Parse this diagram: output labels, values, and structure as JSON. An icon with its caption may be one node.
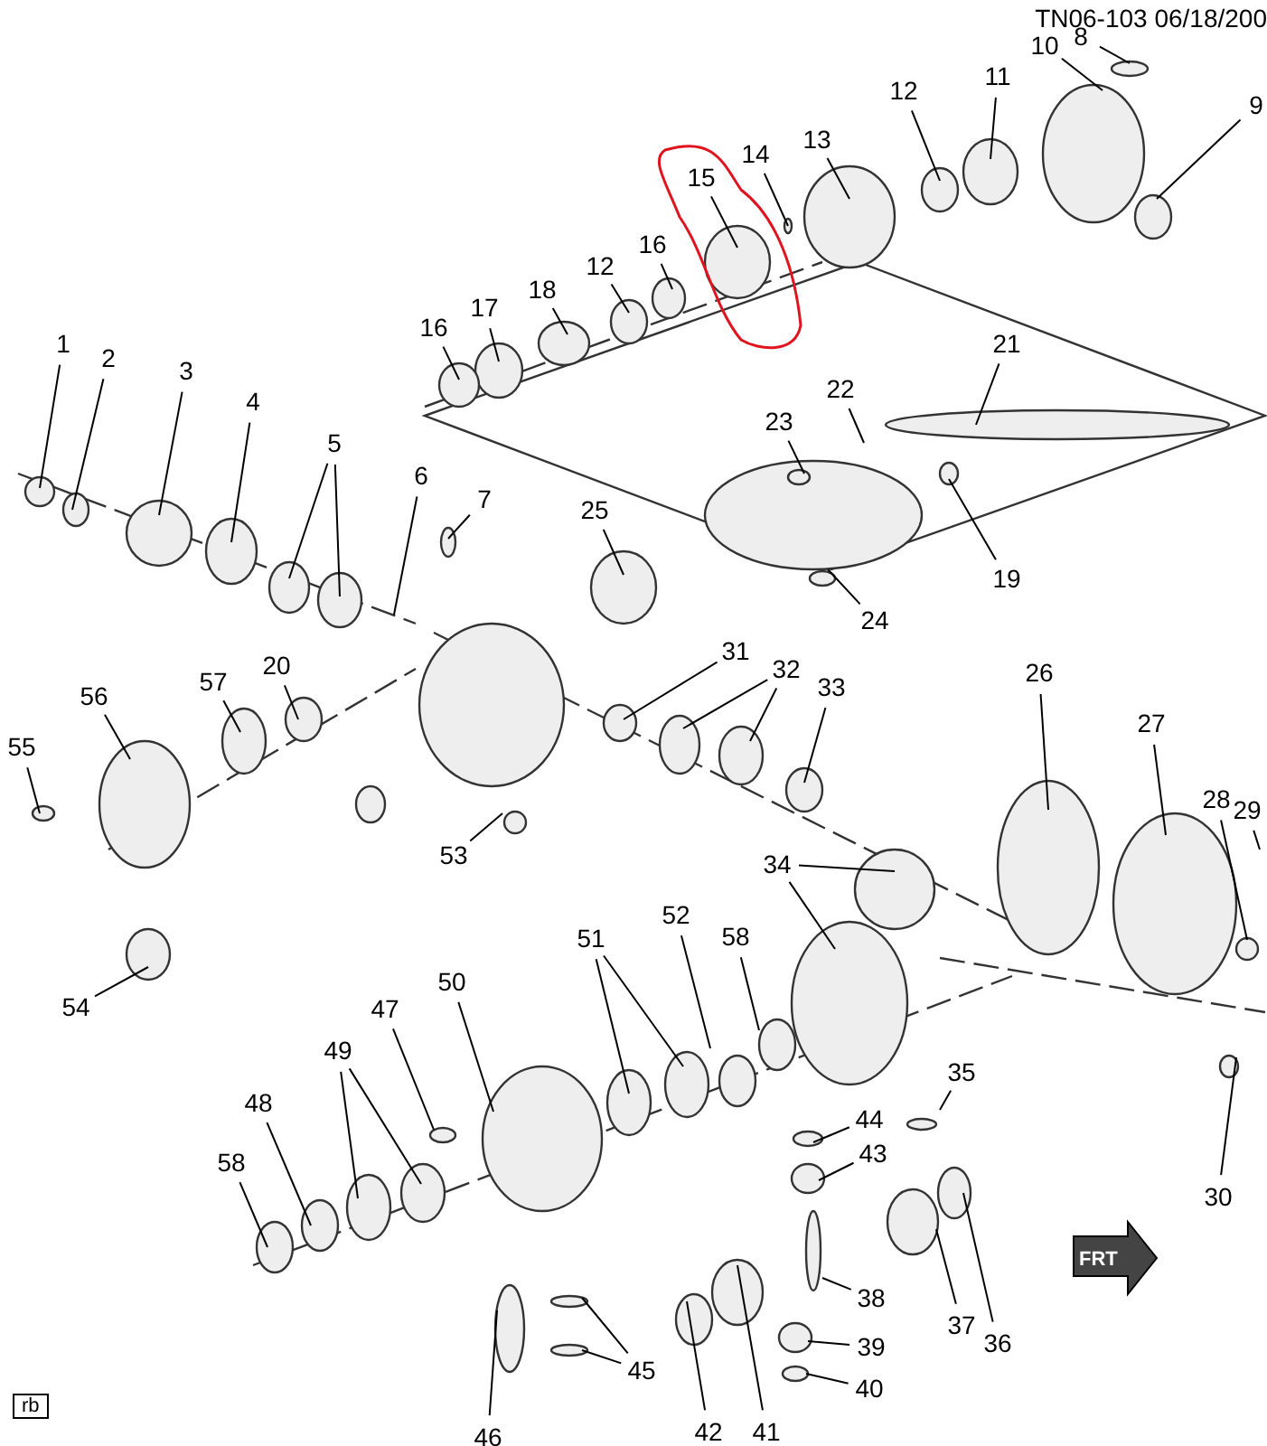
{
  "diagram": {
    "nodes": [
      {
        "text": [
          "1"
        ]
      },
      {
        "text": [
          "2"
        ]
      },
      {
        "text": [
          "3"
        ]
      },
      {
        "text": [
          "4"
        ]
      },
      {
        "text": [
          "5"
        ]
      },
      {
        "text": [
          "6"
        ]
      },
      {
        "text": [
          "7"
        ]
      },
      {
        "text": [
          "8"
        ]
      },
      {
        "text": [
          "9"
        ]
      },
      {
        "text": [
          "10"
        ]
      },
      {
        "text": [
          "11"
        ]
      },
      {
        "text": [
          "12"
        ]
      },
      {
        "text": [
          "13"
        ]
      },
      {
        "text": [
          "14"
        ]
      },
      {
        "text": [
          "15"
        ]
      },
      {
        "text": [
          "16"
        ]
      },
      {
        "text": [
          "12"
        ]
      },
      {
        "text": [
          "18"
        ]
      },
      {
        "text": [
          "17"
        ]
      },
      {
        "text": [
          "16"
        ]
      },
      {
        "text": [
          "21"
        ]
      },
      {
        "text": [
          "22"
        ]
      },
      {
        "text": [
          "23"
        ]
      },
      {
        "text": [
          "19"
        ]
      },
      {
        "text": [
          "25"
        ]
      },
      {
        "text": [
          "24"
        ]
      },
      {
        "text": [
          "31"
        ]
      },
      {
        "text": [
          "32"
        ]
      },
      {
        "text": [
          "33"
        ]
      },
      {
        "text": [
          "56"
        ]
      },
      {
        "text": [
          "57"
        ]
      },
      {
        "text": [
          "20"
        ]
      },
      {
        "text": [
          "55"
        ]
      },
      {
        "text": [
          "26"
        ]
      },
      {
        "text": [
          "27"
        ]
      },
      {
        "text": [
          "28"
        ]
      },
      {
        "text": [
          "29"
        ]
      },
      {
        "text": [
          "53"
        ]
      },
      {
        "text": [
          "34"
        ]
      },
      {
        "text": [
          "54"
        ]
      },
      {
        "text": [
          "51"
        ]
      },
      {
        "text": [
          "52"
        ]
      },
      {
        "text": [
          "58"
        ]
      },
      {
        "text": [
          "50"
        ]
      },
      {
        "text": [
          "47"
        ]
      },
      {
        "text": [
          "49"
        ]
      },
      {
        "text": [
          "48"
        ]
      },
      {
        "text": [
          "58"
        ]
      },
      {
        "text": [
          "35"
        ]
      },
      {
        "text": [
          "44"
        ]
      },
      {
        "text": [
          "43"
        ]
      },
      {
        "text": [
          "30"
        ]
      },
      {
        "text": [
          "37"
        ]
      },
      {
        "text": [
          "36"
        ]
      },
      {
        "text": [
          "38"
        ]
      },
      {
        "text": [
          "39"
        ]
      },
      {
        "text": [
          "40"
        ]
      },
      {
        "text": [
          "45"
        ]
      },
      {
        "text": [
          "46"
        ]
      },
      {
        "text": [
          "42"
        ]
      },
      {
        "text": [
          "41"
        ]
      }
    ],
    "edges": [
      {
        "from": 0,
        "to": null,
        "arrow": "none"
      },
      {
        "from": 1,
        "to": null,
        "arrow": "none"
      },
      {
        "from": 2,
        "to": null,
        "arrow": "none"
      },
      {
        "from": 3,
        "to": null,
        "arrow": "none"
      },
      {
        "from": 4,
        "to": null,
        "arrow": "none"
      },
      {
        "from": 4,
        "to": null,
        "arrow": "none"
      },
      {
        "from": 5,
        "to": null,
        "arrow": "none"
      },
      {
        "from": 6,
        "to": null,
        "arrow": "none"
      },
      {
        "from": 7,
        "to": null,
        "arrow": "none"
      },
      {
        "from": 8,
        "to": null,
        "arrow": "none"
      },
      {
        "from": 9,
        "to": null,
        "arrow": "none"
      },
      {
        "from": 10,
        "to": null,
        "arrow": "none"
      },
      {
        "from": 11,
        "to": null,
        "arrow": "none"
      },
      {
        "from": 12,
        "to": null,
        "arrow": "none"
      },
      {
        "from": 13,
        "to": null,
        "arrow": "none"
      },
      {
        "from": 14,
        "to": null,
        "arrow": "none"
      },
      {
        "from": 15,
        "to": null,
        "arrow": "none"
      },
      {
        "from": 16,
        "to": null,
        "arrow": "none"
      },
      {
        "from": 17,
        "to": null,
        "arrow": "none"
      },
      {
        "from": 18,
        "to": null,
        "arrow": "none"
      },
      {
        "from": 19,
        "to": null,
        "arrow": "none"
      },
      {
        "from": 20,
        "to": null,
        "arrow": "none"
      },
      {
        "from": 21,
        "to": null,
        "arrow": "none"
      },
      {
        "from": 22,
        "to": null,
        "arrow": "none"
      },
      {
        "from": 23,
        "to": null,
        "arrow": "none"
      },
      {
        "from": 24,
        "to": null,
        "arrow": "none"
      },
      {
        "from": 25,
        "to": null,
        "arrow": "none"
      },
      {
        "from": 26,
        "to": null,
        "arrow": "none"
      },
      {
        "from": 27,
        "to": null,
        "arrow": "none"
      },
      {
        "from": 27,
        "to": null,
        "arrow": "none"
      },
      {
        "from": 28,
        "to": null,
        "arrow": "none"
      },
      {
        "from": 29,
        "to": null,
        "arrow": "none"
      },
      {
        "from": 30,
        "to": null,
        "arrow": "none"
      },
      {
        "from": 31,
        "to": null,
        "arrow": "none"
      },
      {
        "from": 32,
        "to": null,
        "arrow": "none"
      },
      {
        "from": 33,
        "to": null,
        "arrow": "none"
      },
      {
        "from": 34,
        "to": null,
        "arrow": "none"
      },
      {
        "from": 35,
        "to": null,
        "arrow": "none"
      },
      {
        "from": 36,
        "to": null,
        "arrow": "none"
      },
      {
        "from": 37,
        "to": null,
        "arrow": "none"
      },
      {
        "from": 38,
        "to": null,
        "arrow": "none"
      },
      {
        "from": 38,
        "to": null,
        "arrow": "none"
      },
      {
        "from": 39,
        "to": null,
        "arrow": "none"
      },
      {
        "from": 40,
        "to": null,
        "arrow": "none"
      },
      {
        "from": 40,
        "to": null,
        "arrow": "none"
      },
      {
        "from": 41,
        "to": null,
        "arrow": "none"
      },
      {
        "from": 42,
        "to": null,
        "arrow": "none"
      },
      {
        "from": 43,
        "to": null,
        "arrow": "none"
      },
      {
        "from": 44,
        "to": null,
        "arrow": "none"
      },
      {
        "from": 45,
        "to": null,
        "arrow": "none"
      },
      {
        "from": 45,
        "to": null,
        "arrow": "none"
      },
      {
        "from": 46,
        "to": null,
        "arrow": "none"
      },
      {
        "from": 47,
        "to": null,
        "arrow": "none"
      },
      {
        "from": 48,
        "to": null,
        "arrow": "none"
      },
      {
        "from": 49,
        "to": null,
        "arrow": "none"
      },
      {
        "from": 50,
        "to": null,
        "arrow": "none"
      },
      {
        "from": 51,
        "to": null,
        "arrow": "none"
      },
      {
        "from": 52,
        "to": null,
        "arrow": "none"
      },
      {
        "from": 53,
        "to": null,
        "arrow": "none"
      },
      {
        "from": 54,
        "to": null,
        "arrow": "none"
      },
      {
        "from": 55,
        "to": null,
        "arrow": "none"
      },
      {
        "from": 56,
        "to": null,
        "arrow": "none"
      },
      {
        "from": 57,
        "to": null,
        "arrow": "none"
      },
      {
        "from": 57,
        "to": null,
        "arrow": "none"
      },
      {
        "from": 58,
        "to": null,
        "arrow": "none"
      },
      {
        "from": 59,
        "to": null,
        "arrow": "none"
      },
      {
        "from": 60,
        "to": null,
        "arrow": "none"
      }
    ],
    "labels": [
      "TN06-103 06/18/200",
      "FRT",
      "rb"
    ]
  }
}
